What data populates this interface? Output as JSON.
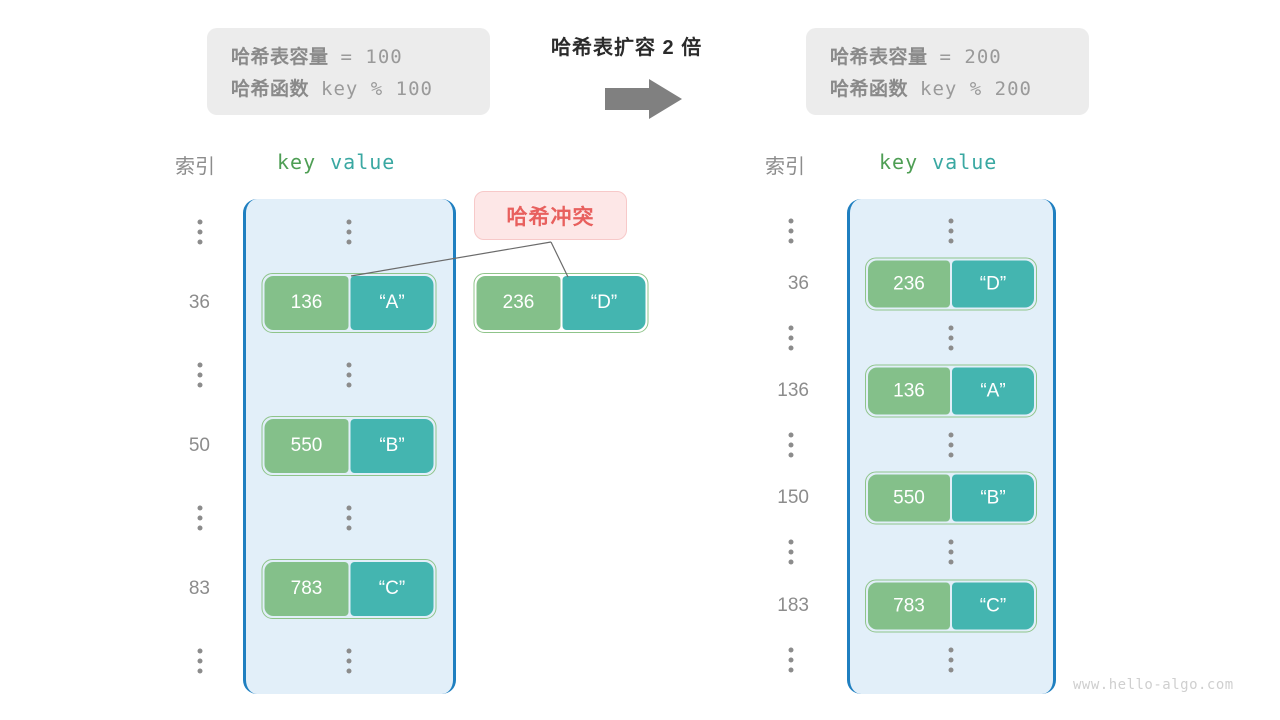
{
  "title": "哈希表扩容 2 倍",
  "watermark": "www.hello-algo.com",
  "colors": {
    "key_cell": "#84c08a",
    "value_cell": "#44b5b0",
    "pair_border": "#8fc48a",
    "table_fill": "#e2eff9",
    "table_border": "#1f7fc0",
    "badge_fill": "#fde7e7",
    "badge_text": "#e8605e",
    "info_box": "#ececec",
    "index_text": "#8c8c8c",
    "arrow": "#808080"
  },
  "left_info": {
    "capacity_label": "哈希表容量",
    "capacity_value": "= 100",
    "function_label": "哈希函数",
    "function_value": "key % 100"
  },
  "right_info": {
    "capacity_label": "哈希表容量",
    "capacity_value": "= 200",
    "function_label": "哈希函数",
    "function_value": "key % 200"
  },
  "headers": {
    "index": "索引",
    "key": "key",
    "value": "value"
  },
  "badge": {
    "label": "哈希冲突"
  },
  "left_table": {
    "rows": [
      {
        "type": "ellipsis",
        "index": "",
        "key": "",
        "value": ""
      },
      {
        "type": "entry",
        "index": "36",
        "key": "136",
        "value": "“A”"
      },
      {
        "type": "ellipsis",
        "index": "",
        "key": "",
        "value": ""
      },
      {
        "type": "entry",
        "index": "50",
        "key": "550",
        "value": "“B”"
      },
      {
        "type": "ellipsis",
        "index": "",
        "key": "",
        "value": ""
      },
      {
        "type": "entry",
        "index": "83",
        "key": "783",
        "value": "“C”"
      },
      {
        "type": "ellipsis",
        "index": "",
        "key": "",
        "value": ""
      }
    ]
  },
  "overflow_pair": {
    "key": "236",
    "value": "“D”"
  },
  "right_table": {
    "rows": [
      {
        "type": "ellipsis",
        "index": "",
        "key": "",
        "value": ""
      },
      {
        "type": "entry",
        "index": "36",
        "key": "236",
        "value": "“D”"
      },
      {
        "type": "ellipsis",
        "index": "",
        "key": "",
        "value": ""
      },
      {
        "type": "entry",
        "index": "136",
        "key": "136",
        "value": "“A”"
      },
      {
        "type": "ellipsis",
        "index": "",
        "key": "",
        "value": ""
      },
      {
        "type": "entry",
        "index": "150",
        "key": "550",
        "value": "“B”"
      },
      {
        "type": "ellipsis",
        "index": "",
        "key": "",
        "value": ""
      },
      {
        "type": "entry",
        "index": "183",
        "key": "783",
        "value": "“C”"
      },
      {
        "type": "ellipsis",
        "index": "",
        "key": "",
        "value": ""
      }
    ]
  }
}
